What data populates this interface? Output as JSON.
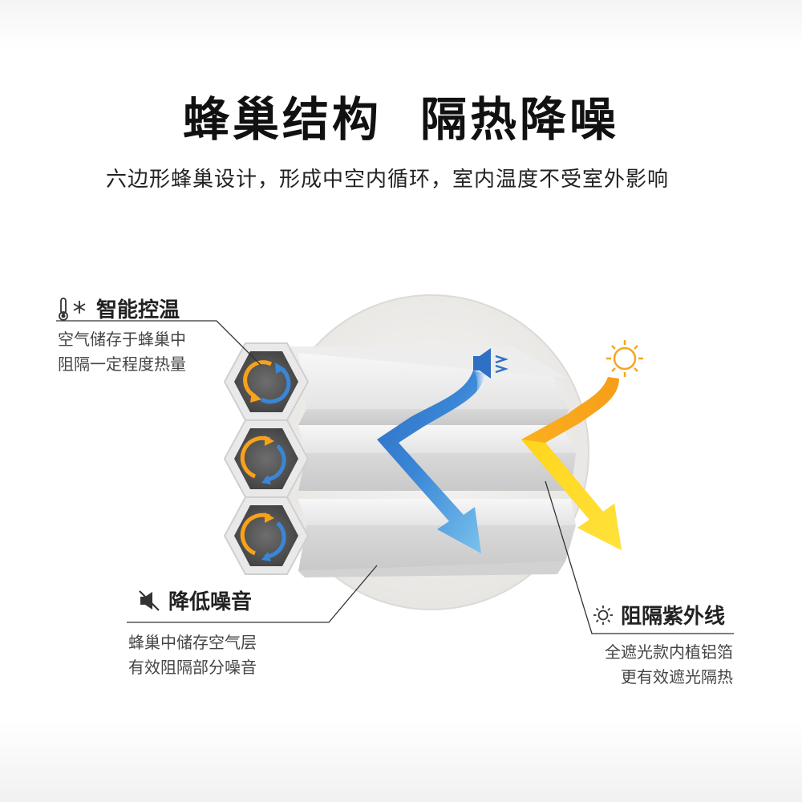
{
  "header": {
    "title_left": "蜂巢结构",
    "title_right": "隔热降噪",
    "subtitle": "六边形蜂巢设计，形成中空内循环，室内温度不受室外影响"
  },
  "features": {
    "temperature": {
      "title": "智能控温",
      "lines": [
        "空气储存于蜂巢中",
        "阻隔一定程度热量"
      ],
      "icon": "thermometer-snowflake-icon"
    },
    "noise": {
      "title": "降低噪音",
      "lines": [
        "蜂巢中储存空气层",
        "有效阻隔部分噪音"
      ],
      "icon": "mute-speaker-icon"
    },
    "uv": {
      "title": "阻隔紫外线",
      "lines": [
        "全遮光款内植铝箔",
        "更有效遮光隔热"
      ],
      "icon": "sun-icon"
    }
  },
  "colors": {
    "blue_arrow": "#3a7fd0",
    "orange_arrow": "#f7a21a",
    "yellow_arrow": "#ffd21e",
    "sun": "#f5a623",
    "speaker": "#2f6fc4",
    "hex_dark": "#5a5a5a"
  }
}
